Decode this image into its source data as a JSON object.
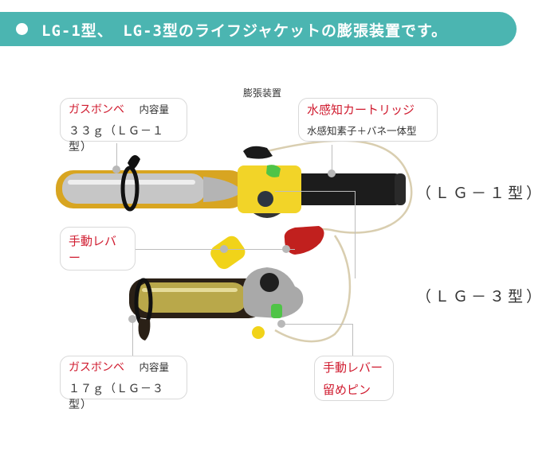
{
  "header": {
    "title": "LG-1型、 LG-3型のライフジャケットの膨張装置です。",
    "bullet_icon": "circle-bullet",
    "background_color": "#4bb5b1"
  },
  "diagram": {
    "caption_top": "膨張装置",
    "labels": {
      "gas_cylinder_lg1": {
        "title": "ガスボンベ",
        "subtitle": "内容量",
        "value": "３３ｇ（ＬＧ－１型）"
      },
      "water_cartridge": {
        "title": "水感知カートリッジ",
        "value": "水感知素子＋バネ一体型"
      },
      "manual_lever": {
        "title": "手動レバー"
      },
      "gas_cylinder_lg3": {
        "title": "ガスボンベ",
        "subtitle": "内容量",
        "value": "１７ｇ（ＬＧ－３型）"
      },
      "lever_pin": {
        "line1": "手動レバー",
        "line2": "留めピン"
      }
    },
    "models": {
      "lg1": "（ＬＧ－１型）",
      "lg3": "（ＬＧ－３型）"
    },
    "colors": {
      "label_title": "#d01b2f",
      "leader_line": "#bdbdbd",
      "lg1_body": "#f2d428",
      "lg3_body": "#a9a9a9",
      "cylinder_lg1": "#c9c9c9",
      "cylinder_lg3": "#b9a84a",
      "red_toggle": "#c1201e",
      "green_indicator": "#4fc447"
    }
  }
}
